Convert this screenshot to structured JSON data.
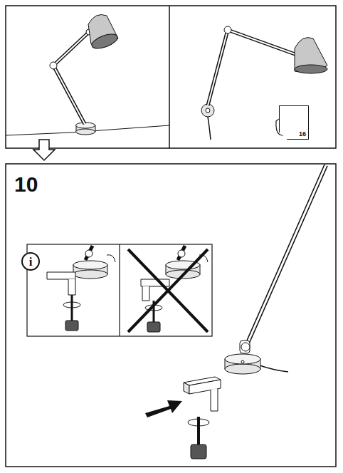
{
  "diagram": {
    "nodes": [
      {
        "text": [
          "16"
        ]
      },
      {
        "text": [
          "i"
        ]
      }
    ],
    "labels": [
      "10"
    ]
  }
}
